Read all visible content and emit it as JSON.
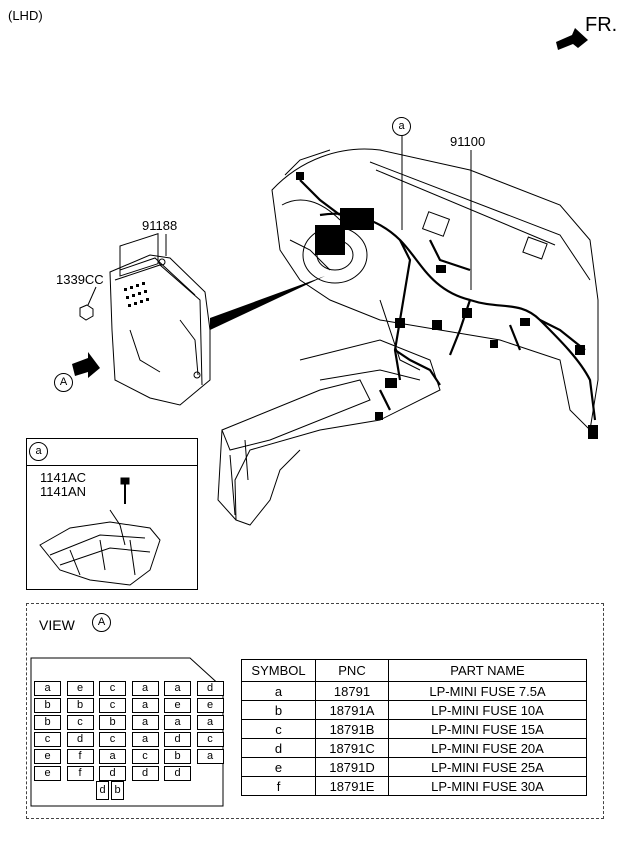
{
  "header": {
    "variant": "(LHD)",
    "front_label": "FR."
  },
  "parts": {
    "main_harness": "91100",
    "junction_box": "91188",
    "nut": "1339CC",
    "view_marker": "A",
    "detail_marker": "a"
  },
  "detail": {
    "marker": "a",
    "clip_1": "1141AC",
    "clip_2": "1141AN"
  },
  "view": {
    "title": "VIEW",
    "marker": "A"
  },
  "fuse_grid": [
    [
      "a",
      "e",
      "c",
      "a",
      "a",
      "d"
    ],
    [
      "b",
      "b",
      "c",
      "a",
      "e",
      "e"
    ],
    [
      "b",
      "c",
      "b",
      "a",
      "a",
      "a"
    ],
    [
      "c",
      "d",
      "c",
      "a",
      "d",
      "c"
    ],
    [
      "e",
      "f",
      "a",
      "c",
      "b",
      "a"
    ],
    [
      "e",
      "f",
      "d",
      "d",
      "d"
    ]
  ],
  "fuse_bottom": [
    "d",
    "b"
  ],
  "table": {
    "headers": [
      "SYMBOL",
      "PNC",
      "PART NAME"
    ],
    "rows": [
      [
        "a",
        "18791",
        "LP-MINI FUSE 7.5A"
      ],
      [
        "b",
        "18791A",
        "LP-MINI FUSE 10A"
      ],
      [
        "c",
        "18791B",
        "LP-MINI FUSE 15A"
      ],
      [
        "d",
        "18791C",
        "LP-MINI FUSE 20A"
      ],
      [
        "e",
        "18791D",
        "LP-MINI FUSE 25A"
      ],
      [
        "f",
        "18791E",
        "LP-MINI FUSE 30A"
      ]
    ]
  }
}
